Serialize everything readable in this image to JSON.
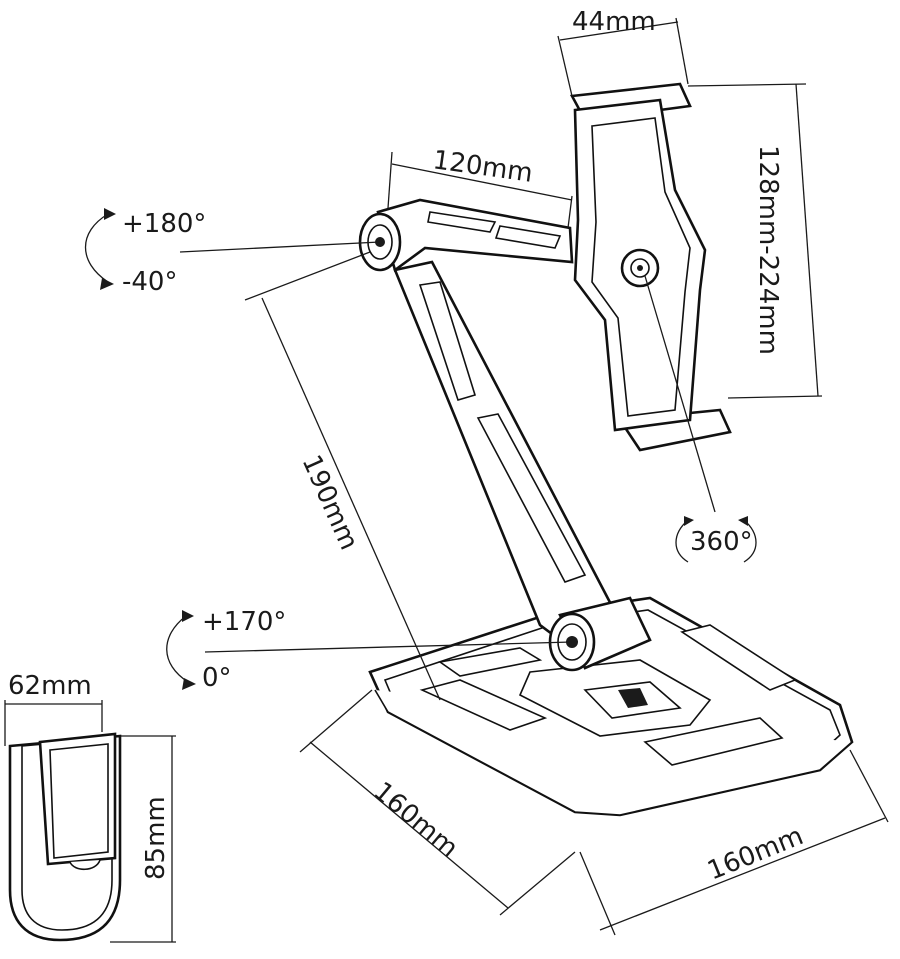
{
  "labels": {
    "holder_width": "44mm",
    "holder_range": "128mm-224mm",
    "upper_arm": "120mm",
    "top_rotation_pos": "+180°",
    "top_rotation_neg": "-40°",
    "lower_arm": "190mm",
    "holder_rotation": "360°",
    "base_rotation_pos": "+170°",
    "base_rotation_zero": "0°",
    "base_side_a": "160mm",
    "base_side_b": "160mm",
    "clamp_width": "62mm",
    "clamp_height": "85mm"
  }
}
